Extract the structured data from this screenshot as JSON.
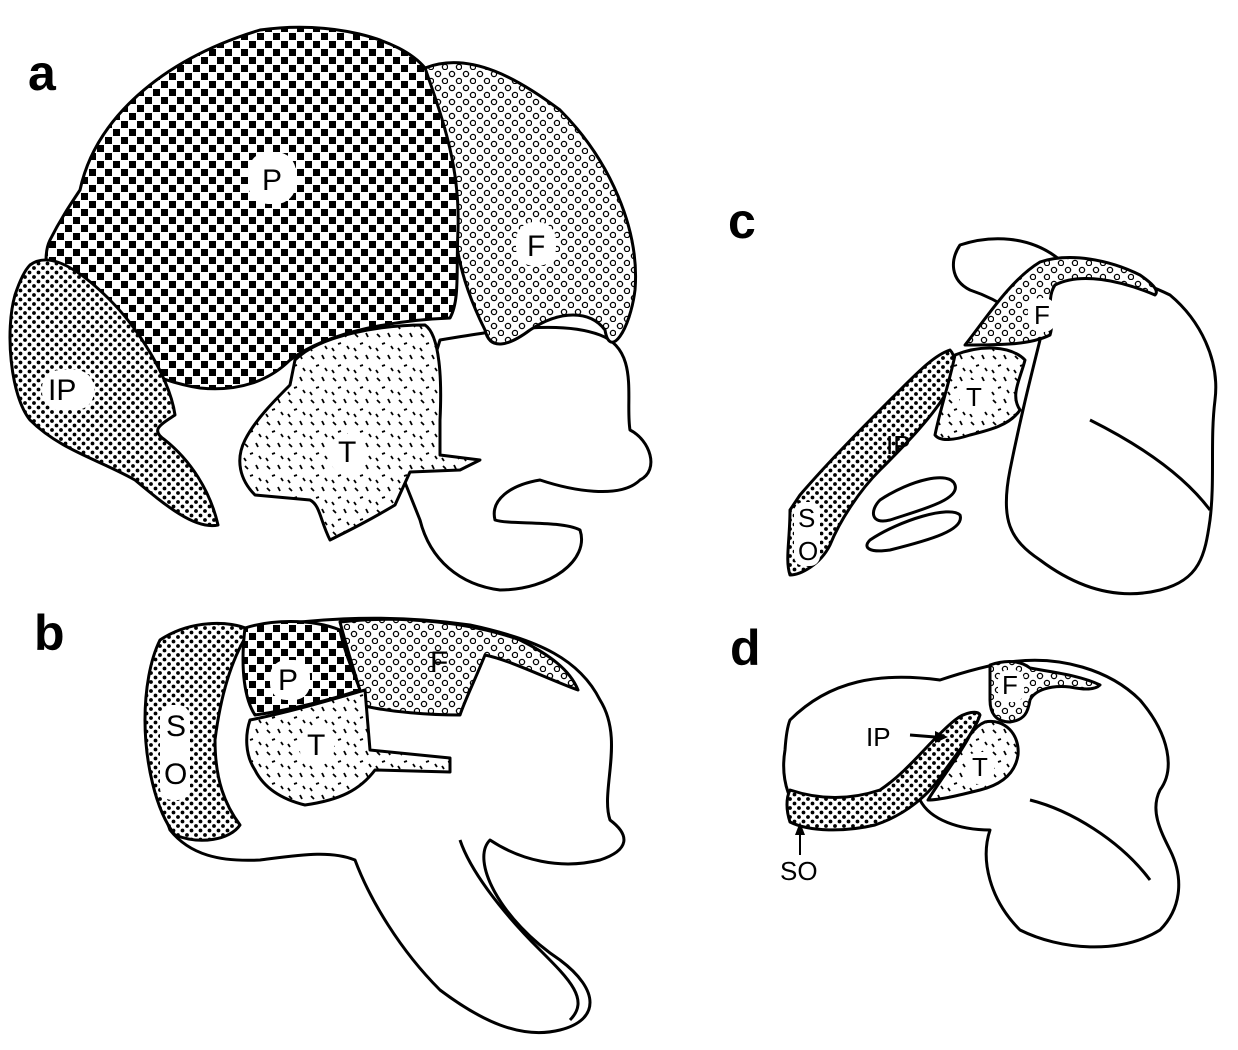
{
  "panels": {
    "a": {
      "letter": "a",
      "labels": {
        "P": "P",
        "F": "F",
        "IP": "IP",
        "T": "T"
      }
    },
    "b": {
      "letter": "b",
      "labels": {
        "P": "P",
        "F": "F",
        "S": "S",
        "O": "O",
        "T": "T"
      }
    },
    "c": {
      "letter": "c",
      "labels": {
        "F": "F",
        "T": "T",
        "IP": "IP",
        "S": "S",
        "O": "O"
      }
    },
    "d": {
      "letter": "d",
      "labels": {
        "F": "F",
        "IP": "IP",
        "T": "T",
        "SO": "SO"
      }
    }
  },
  "legend_patterns": {
    "P": "checkerboard",
    "F": "open-circles",
    "IP": "dense-dots",
    "SO": "dense-dots",
    "T": "dashes"
  }
}
